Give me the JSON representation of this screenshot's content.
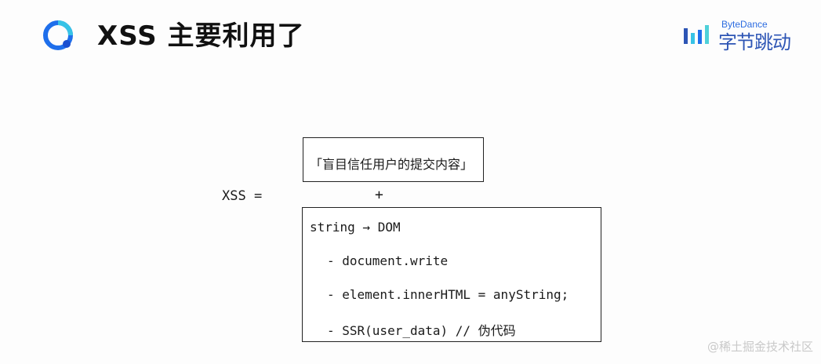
{
  "header": {
    "title": "XSS 主要利用了",
    "brand_en": "ByteDance",
    "brand_cn": "字节跳动"
  },
  "diagram": {
    "lhs": "XSS =",
    "top_box": "「盲目信任用户的提交内容」",
    "plus": "+",
    "main_box": {
      "lines": [
        "string → DOM",
        "- document.write",
        "- element.innerHTML = anyString;",
        "- SSR(user_data) // 伪代码"
      ]
    }
  },
  "watermark": "@稀土掘金技术社区",
  "colors": {
    "brand_blue": "#2d55b5",
    "logo_blue": "#1f6feb",
    "logo_cyan": "#37c3e6",
    "border": "#222222"
  }
}
